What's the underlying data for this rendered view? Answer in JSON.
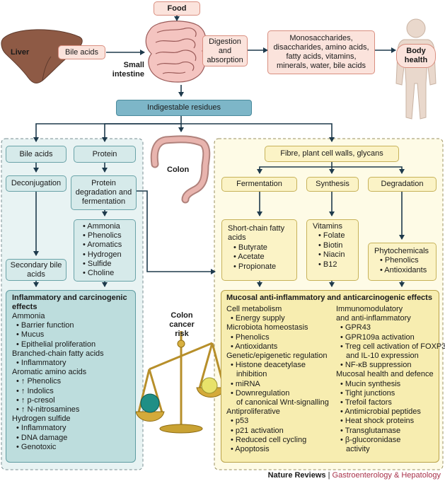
{
  "top": {
    "food": "Food",
    "liver": "Liver",
    "bile_acids": "Bile acids",
    "small_intestine": "Small intestine",
    "digestion": "Digestion and absorption",
    "nutrients": "Monosaccharides, disaccharides, amino acids, fatty acids, vitamins, minerals, water, bile acids",
    "body_health": "Body health",
    "residues": "Indigestable residues",
    "colon": "Colon"
  },
  "left": {
    "bile_acids": "Bile acids",
    "protein": "Protein",
    "deconjugation": "Deconjugation",
    "protein_degradation": "Protein degradation and fermentation",
    "protein_products": [
      "Ammonia",
      "Phenolics",
      "Aromatics",
      "Hydrogen",
      "Sulfide",
      "Choline"
    ],
    "secondary_bile": "Secondary bile acids",
    "effects_title": "Inflammatory and carcinogenic effects",
    "effects": [
      {
        "t": "Ammonia",
        "k": "h"
      },
      {
        "t": "• Barrier function",
        "k": "b"
      },
      {
        "t": "• Mucus",
        "k": "b"
      },
      {
        "t": "• Epithelial proliferation",
        "k": "b"
      },
      {
        "t": "Branched-chain fatty acids",
        "k": "h"
      },
      {
        "t": "• Inflammatory",
        "k": "b"
      },
      {
        "t": "Aromatic amino acids",
        "k": "h"
      },
      {
        "t": "• ↑ Phenolics",
        "k": "b"
      },
      {
        "t": "• ↑ Indolics",
        "k": "b"
      },
      {
        "t": "• ↑ p-cresol",
        "k": "b"
      },
      {
        "t": "• ↑ N-nitrosamines",
        "k": "b"
      },
      {
        "t": "Hydrogen sulfide",
        "k": "h"
      },
      {
        "t": "• Inflammatory",
        "k": "b"
      },
      {
        "t": "• DNA damage",
        "k": "b"
      },
      {
        "t": "• Genotoxic",
        "k": "b"
      }
    ]
  },
  "center": {
    "colon_cancer_risk": "Colon cancer risk"
  },
  "right": {
    "fibre": "Fibre, plant cell walls, glycans",
    "fermentation": "Fermentation",
    "synthesis": "Synthesis",
    "degradation": "Degradation",
    "scfa": [
      "Short-chain fatty acids",
      "• Butyrate",
      "• Acetate",
      "• Propionate"
    ],
    "vitamins": [
      "Vitamins",
      "• Folate",
      "• Biotin",
      "• Niacin",
      "• B12"
    ],
    "phyto": [
      "Phytochemicals",
      "• Phenolics",
      "• Antioxidants"
    ],
    "effects_title": "Mucosal anti-inflammatory and anticarcinogenic effects",
    "col1": [
      {
        "t": "Cell metabolism",
        "k": "h"
      },
      {
        "t": "• Energy supply",
        "k": "b"
      },
      {
        "t": "Microbiota homeostasis",
        "k": "h"
      },
      {
        "t": "• Phenolics",
        "k": "b"
      },
      {
        "t": "• Antioxidants",
        "k": "b"
      },
      {
        "t": "Genetic/epigenetic regulation",
        "k": "h"
      },
      {
        "t": "• Histone deacetylase",
        "k": "b"
      },
      {
        "t": "inhibition",
        "k": "c"
      },
      {
        "t": "• miRNA",
        "k": "b"
      },
      {
        "t": "• Downregulation",
        "k": "b"
      },
      {
        "t": "of canonical Wnt-signalling",
        "k": "c"
      },
      {
        "t": "Antiproliferative",
        "k": "h"
      },
      {
        "t": "• p53",
        "k": "b"
      },
      {
        "t": "• p21 activation",
        "k": "b"
      },
      {
        "t": "• Reduced cell cycling",
        "k": "b"
      },
      {
        "t": "• Apoptosis",
        "k": "b"
      }
    ],
    "col2": [
      {
        "t": "Immunomodulatory",
        "k": "h"
      },
      {
        "t": "and anti-inflammatory",
        "k": "h"
      },
      {
        "t": "• GPR43",
        "k": "b"
      },
      {
        "t": "• GPR109a activation",
        "k": "b"
      },
      {
        "t": "• Treg cell activation of FOXP3",
        "k": "b"
      },
      {
        "t": "and IL-10 expression",
        "k": "c"
      },
      {
        "t": "• NF-κB suppression",
        "k": "b"
      },
      {
        "t": "Mucosal health and defence",
        "k": "h"
      },
      {
        "t": "• Mucin synthesis",
        "k": "b"
      },
      {
        "t": "• Tight junctions",
        "k": "b"
      },
      {
        "t": "• Trefoil factors",
        "k": "b"
      },
      {
        "t": "• Antimicrobial peptides",
        "k": "b"
      },
      {
        "t": "• Heat shock proteins",
        "k": "b"
      },
      {
        "t": "• Transglutamase",
        "k": "b"
      },
      {
        "t": "• β-glucoronidase",
        "k": "b"
      },
      {
        "t": "activity",
        "k": "c"
      }
    ]
  },
  "footer": {
    "brand": "Nature Reviews",
    "sep": " | ",
    "journal": "Gastroenterology & Hepatology"
  },
  "colors": {
    "pink": "#fbe3dc",
    "blue": "#d6eaea",
    "yellow": "#fbf3c6",
    "arrow": "#1e3a4c",
    "journal": "#a8314a"
  }
}
